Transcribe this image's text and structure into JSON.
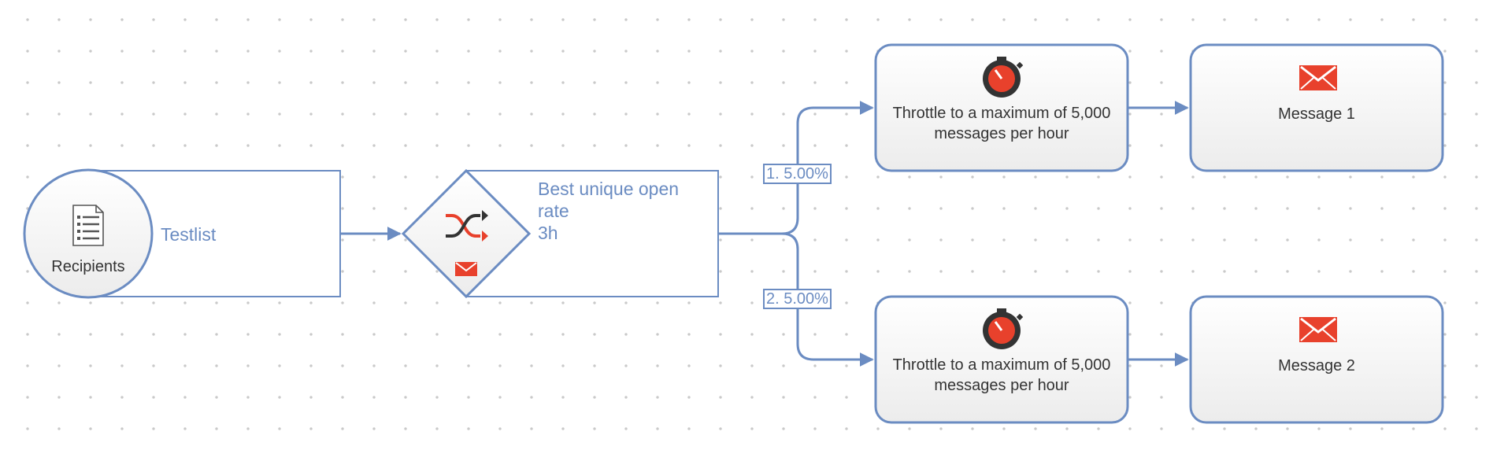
{
  "recipients": {
    "label": "Recipients",
    "list_name": "Testlist",
    "icon": "document-list-icon"
  },
  "splitter": {
    "title": "Best unique open rate",
    "duration": "3h",
    "icon": "shuffle-icon",
    "sub_icon": "envelope-icon"
  },
  "branches": [
    {
      "percent_label": "1. 5.00%",
      "throttle": {
        "text": "Throttle to a maximum of 5,000 messages per hour",
        "icon": "stopwatch-icon"
      },
      "message": {
        "label": "Message 1",
        "icon": "envelope-icon"
      }
    },
    {
      "percent_label": "2. 5.00%",
      "throttle": {
        "text": "Throttle to a maximum of 5,000 messages per hour",
        "icon": "stopwatch-icon"
      },
      "message": {
        "label": "Message 2",
        "icon": "envelope-icon"
      }
    }
  ],
  "colors": {
    "line": "#6b8cc2",
    "node_fill": "#f4f4f4",
    "icon_red": "#e8412c",
    "text": "#333333"
  }
}
